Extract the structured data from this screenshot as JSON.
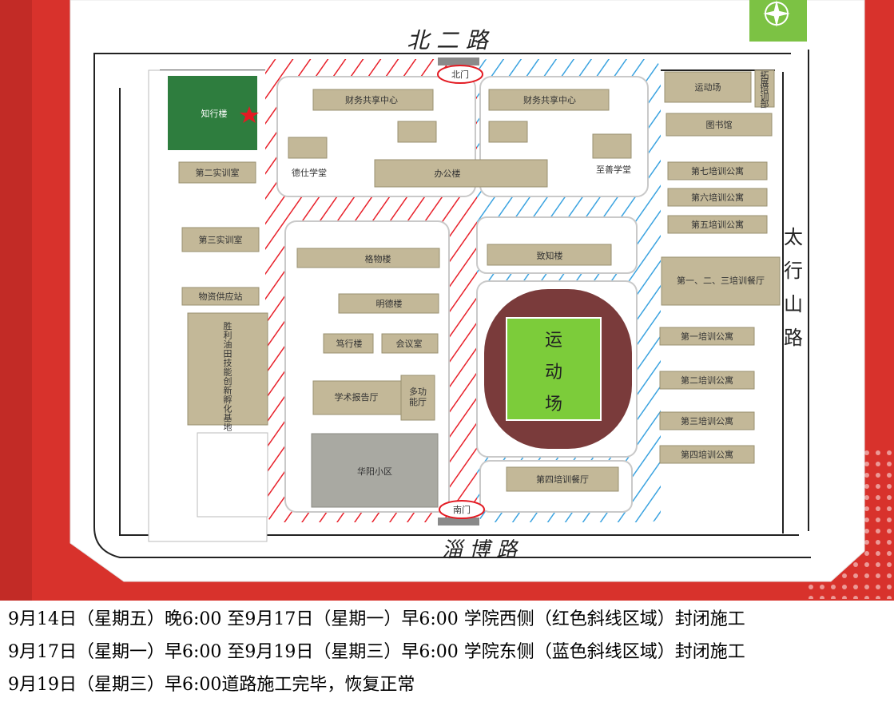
{
  "map": {
    "roads": {
      "north": "北 二 路",
      "south": "淄 博 路",
      "east": [
        "太",
        "行",
        "山",
        "路"
      ]
    },
    "gates": {
      "north": "北门",
      "south": "南门"
    },
    "compass_icon": "compass-rose-icon",
    "star_icon": "red-star-icon",
    "colors": {
      "background": "#d8322c",
      "red_hatch": "#e8202a",
      "blue_hatch": "#3ba3e0",
      "building": "#c3b898",
      "zhixing_building": "#2e7d3e",
      "field": "#7ccc3a",
      "track": "#7a3b3b",
      "residential": "#a9a9a2"
    },
    "buildings": {
      "zhixing": "知行楼",
      "training2": "第二实训室",
      "training3": "第三实训室",
      "supply": "物资供应站",
      "incubator": "胜利油田技能创新孵化基地",
      "finance_w": "财务共享中心",
      "finance_e": "财务共享中心",
      "deshi": "德仕学堂",
      "zhishan": "至善学堂",
      "office": "办公楼",
      "gewu": "格物楼",
      "mingde": "明德楼",
      "duxing": "笃行楼",
      "meeting": "会议室",
      "academic_hall": "学术报告厅",
      "multi_hall": [
        "多功",
        "能厅"
      ],
      "huayang": "华阳小区",
      "zhizhi": "致知楼",
      "field_label": [
        "运",
        "动",
        "场"
      ],
      "canteen4": "第四培训餐厅",
      "sports": "运动场",
      "tuozhan": [
        "拓",
        "展",
        "培",
        "训",
        "部"
      ],
      "library": "图书馆",
      "apt7": "第七培训公寓",
      "apt6": "第六培训公寓",
      "apt5": "第五培训公寓",
      "canteen123": "第一、二、三培训餐厅",
      "apt1": "第一培训公寓",
      "apt2": "第二培训公寓",
      "apt3": "第三培训公寓",
      "apt4": "第四培训公寓"
    }
  },
  "notes": [
    "9月14日（星期五）晚6:00 至9月17日（星期一）早6:00 学院西侧（红色斜线区域）封闭施工",
    "9月17日（星期一）早6:00 至9月19日（星期三）早6:00 学院东侧（蓝色斜线区域）封闭施工",
    "9月19日（星期三）早6:00道路施工完毕，恢复正常"
  ]
}
